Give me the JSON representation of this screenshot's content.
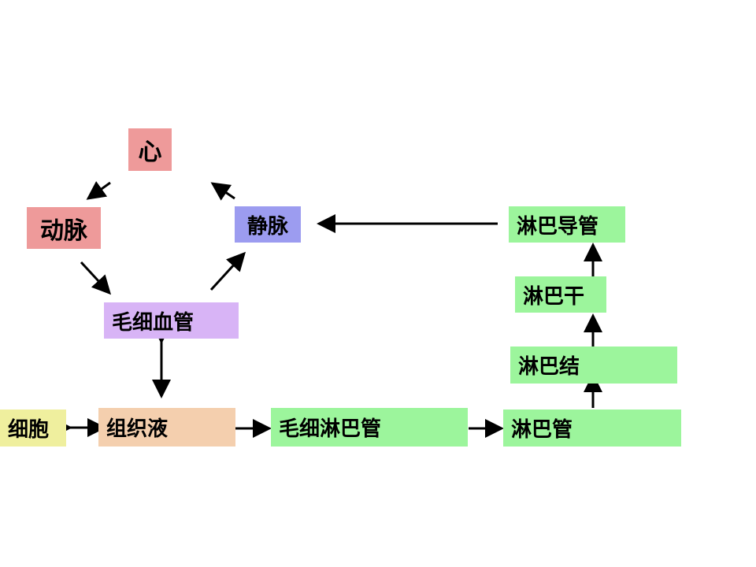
{
  "nodes": {
    "heart": "心",
    "artery": "动脉",
    "vein": "静脉",
    "capillary": "毛细血管",
    "cell": "细胞",
    "tissue_fluid": "组织液",
    "lymph_capillary": "毛细淋巴管",
    "lymph_vessel": "淋巴管",
    "lymph_node": "淋巴结",
    "lymph_trunk": "淋巴干",
    "thoracic_duct": "淋巴导管"
  },
  "colors": {
    "heart": "#ee9a9a",
    "artery": "#ee9a9a",
    "vein": "#9c9cf0",
    "capillary": "#d8b4f6",
    "cell": "#efef9e",
    "tissue_fluid": "#f4cfae",
    "lymph": "#9cf59c",
    "arrow": "#000000"
  }
}
